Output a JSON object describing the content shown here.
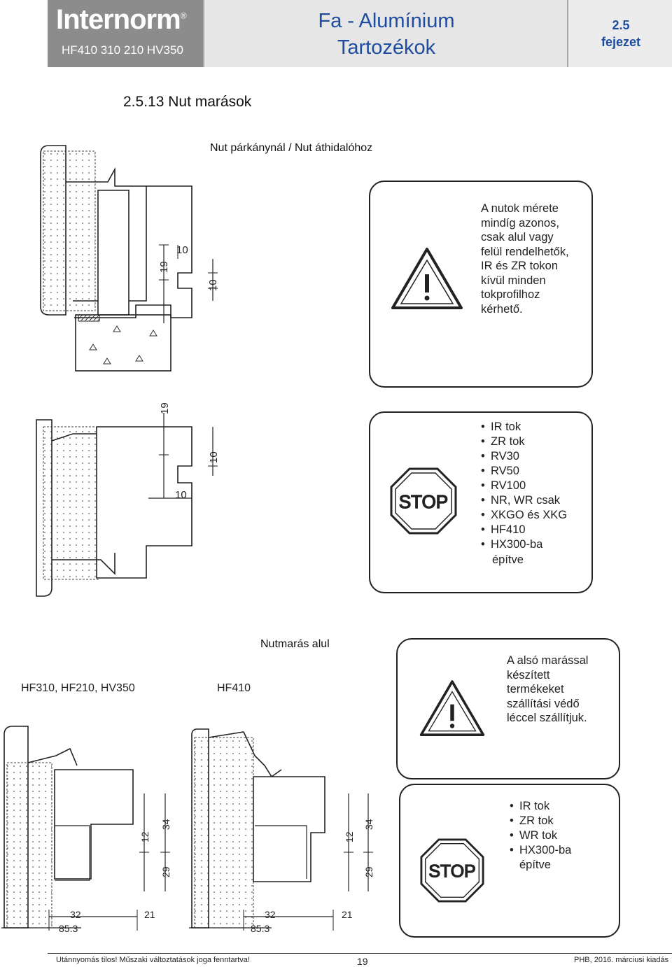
{
  "header": {
    "brand": "Internorm",
    "brand_mark": "®",
    "models": "HF410 310 210 HV350",
    "title_line1": "Fa - Alumínium",
    "title_line2": "Tartozékok",
    "chapter_number": "2.5",
    "chapter_word": "fejezet"
  },
  "section": {
    "title": "2.5.13 Nut marások",
    "subtitle": "Nut párkánynál / Nut áthidalóhoz"
  },
  "drawing1": {
    "dims": [
      "10",
      "19",
      "10"
    ]
  },
  "note1": {
    "icon": "warning-triangle-icon",
    "lines": [
      "A nutok mérete",
      "mindíg azonos,",
      "csak alul vagy",
      "felül rendelhetők,",
      "IR és ZR tokon",
      "kívül minden",
      "tokprofilhoz",
      "kérhető."
    ]
  },
  "drawing2": {
    "dims": [
      "19",
      "10",
      "10"
    ]
  },
  "note2": {
    "icon": "stop-sign-icon",
    "stop_text": "STOP",
    "items": [
      "IR tok",
      "ZR tok",
      "RV30",
      "RV50",
      "RV100",
      "NR, WR csak",
      "XKGO és XKG",
      "HF410",
      "HX300-ba"
    ],
    "tail": "építve"
  },
  "bottom": {
    "title": "Nutmarás alul",
    "left_label": "HF310, HF210, HV350",
    "right_label": "HF410"
  },
  "drawing3": {
    "dims": [
      "12",
      "34",
      "29",
      "32",
      "21",
      "85.3"
    ]
  },
  "drawing4": {
    "dims": [
      "12",
      "34",
      "29",
      "32",
      "21",
      "85.3"
    ]
  },
  "note3": {
    "icon": "warning-triangle-icon",
    "lines": [
      "A alsó marással",
      "készített",
      "termékeket",
      "szállítási védő",
      "léccel szállítjuk."
    ]
  },
  "note4": {
    "icon": "stop-sign-icon",
    "stop_text": "STOP",
    "items": [
      "IR tok",
      "ZR tok",
      "WR tok",
      "HX300-ba"
    ],
    "tail": "építve"
  },
  "footer": {
    "left": "Utánnyomás tilos! Műszaki változtatások joga fenntartva!",
    "page": "19",
    "right": "PHB, 2016. márciusi kiadás"
  },
  "colors": {
    "brand_bg": "#8c8c8c",
    "title_blue": "#1e4da0",
    "header_light": "#e6e6e6"
  }
}
